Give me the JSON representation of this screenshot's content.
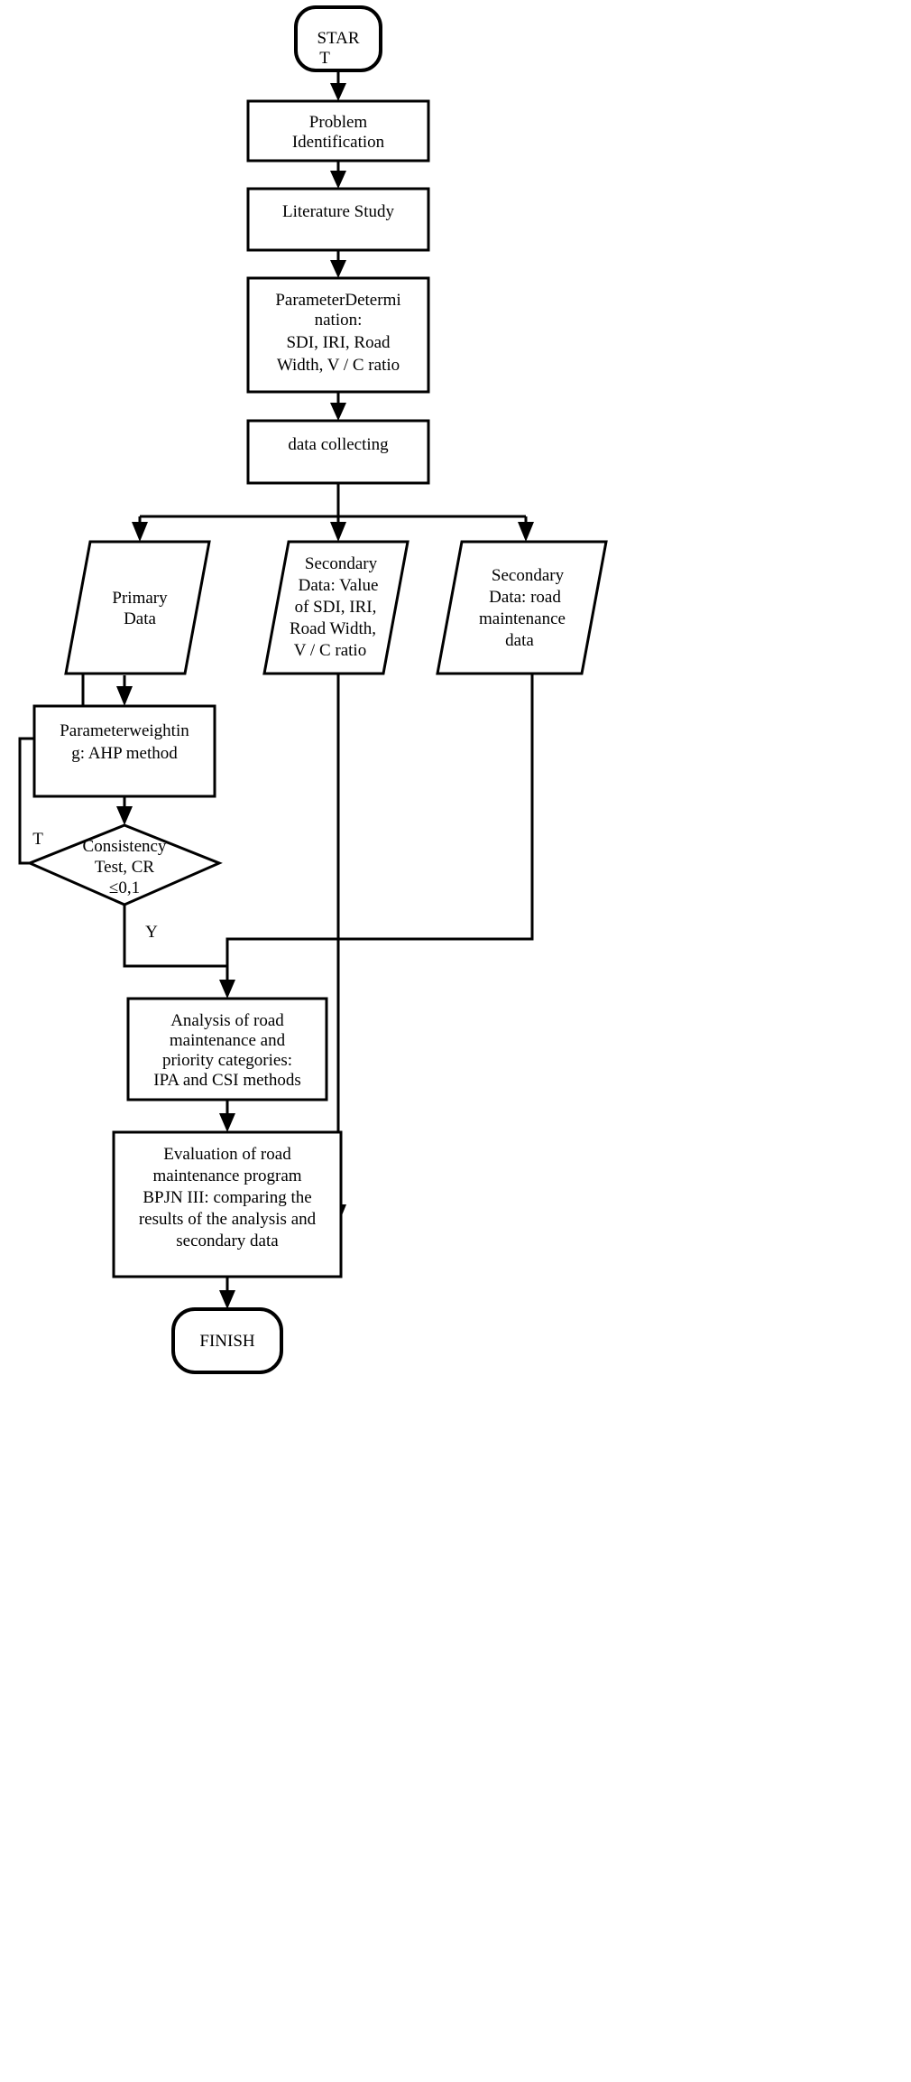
{
  "diagram": {
    "title": "Research Methodology Flowchart",
    "background": "#ffffff",
    "stroke_color": "#000000",
    "nodes": {
      "start": {
        "shape": "terminator",
        "lines": [
          "STAR",
          "T"
        ]
      },
      "problem_identification": {
        "shape": "process",
        "lines": [
          "Problem",
          "Identification"
        ]
      },
      "literature_study": {
        "shape": "process",
        "lines": [
          "Literature Study"
        ]
      },
      "parameter_determination": {
        "shape": "process",
        "lines": [
          "ParameterDetermi",
          "nation:",
          "SDI, IRI, Road",
          "Width, V / C ratio"
        ]
      },
      "data_collecting": {
        "shape": "process",
        "lines": [
          "data collecting"
        ]
      },
      "primary_data": {
        "shape": "data",
        "lines": [
          "Primary",
          "Data"
        ]
      },
      "secondary_data_values": {
        "shape": "data",
        "lines": [
          "Secondary",
          "Data: Value",
          "of SDI, IRI,",
          "Road Width,",
          "V / C ratio"
        ]
      },
      "secondary_data_maintenance": {
        "shape": "data",
        "lines": [
          "Secondary",
          "Data: road",
          "maintenance",
          "data"
        ]
      },
      "parameter_weighting": {
        "shape": "process",
        "lines": [
          "Parameterweightin",
          "g: AHP method"
        ]
      },
      "consistency_test": {
        "shape": "decision",
        "lines": [
          "Consistency",
          "Test, CR",
          "≤0,1"
        ]
      },
      "analysis": {
        "shape": "process",
        "lines": [
          "Analysis of road",
          "maintenance and",
          "priority categories:",
          "IPA and CSI methods"
        ]
      },
      "evaluation": {
        "shape": "process",
        "lines": [
          "Evaluation of road",
          "maintenance program",
          "BPJN III: comparing the",
          "results of the analysis and",
          "secondary data"
        ]
      },
      "finish": {
        "shape": "terminator",
        "lines": [
          "FINISH"
        ]
      }
    },
    "branch_labels": {
      "decision_no": "T",
      "decision_yes": "Y"
    }
  }
}
